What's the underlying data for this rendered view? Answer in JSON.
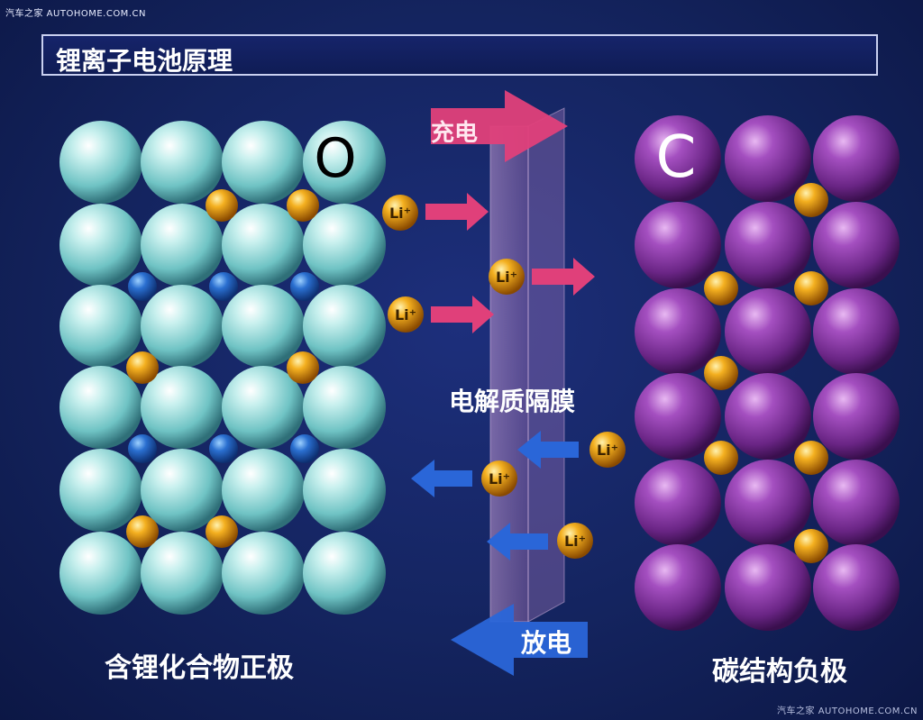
{
  "watermark": {
    "top": "汽车之家  AUTOHOME.COM.CN",
    "bottom": "汽车之家  AUTOHOME.COM.CN"
  },
  "title": "锂离子电池原理",
  "labels": {
    "charge": "充电",
    "discharge": "放电",
    "separator": "电解质隔膜",
    "cathode": "含锂化合物正极",
    "anode": "碳结构负极"
  },
  "atoms": {
    "oxygen_symbol": "O",
    "carbon_symbol": "C",
    "lithium_ion_symbol": "Li⁺"
  },
  "colors": {
    "oxygen": "#8fd8d8",
    "carbon": "#8b3fa6",
    "lithium": "#e89a12",
    "cobalt": "#2a6fd0",
    "charge_arrow": "#e0407a",
    "discharge_arrow": "#2a66d8",
    "separator": "#b98cc6"
  }
}
